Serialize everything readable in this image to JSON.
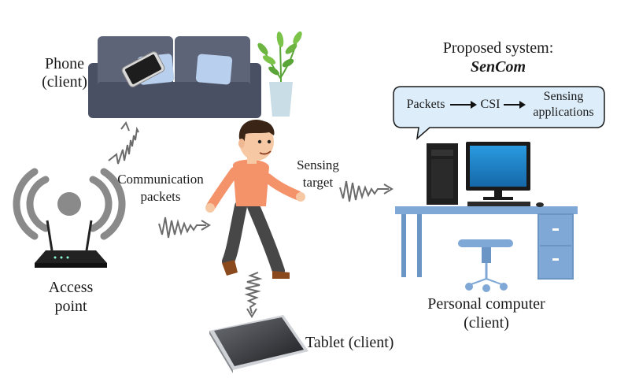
{
  "labels": {
    "phone_line1": "Phone",
    "phone_line2": "(client)",
    "access_point_line1": "Access",
    "access_point_line2": "point",
    "communication_line1": "Communication",
    "communication_line2": "packets",
    "sensing_line1": "Sensing",
    "sensing_line2": "target",
    "tablet": "Tablet (client)",
    "pc_line1": "Personal computer",
    "pc_line2": "(client)",
    "proposed_line1": "Proposed system:",
    "proposed_line2": "SenCom"
  },
  "pipeline": {
    "step1": "Packets",
    "step2": "CSI",
    "step3_line1": "Sensing",
    "step3_line2": "applications"
  },
  "colors": {
    "sofa": "#5d6478",
    "sofa_dark": "#4a5064",
    "cushion": "#b8d0ee",
    "shirt": "#f4926a",
    "pants": "#4a4a4a",
    "desk": "#7fa8d6",
    "monitor_screen": "#1f88c8",
    "bubble_fill": "#ddeefa",
    "wave": "#6b6b6b",
    "signal_arc": "#8a8a8a"
  }
}
